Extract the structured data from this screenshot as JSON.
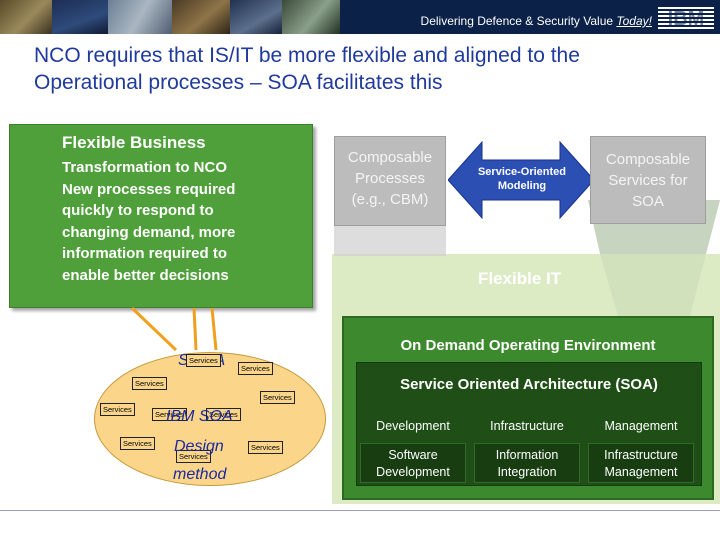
{
  "header": {
    "tagline_prefix": "Delivering Defence & Security Value ",
    "tagline_emphasis": "Today!",
    "logo": "IBM"
  },
  "title": {
    "line1": "NCO requires that IS/IT be more flexible and aligned to the",
    "line2": "Operational processes – SOA facilitates this"
  },
  "flexible_business": {
    "heading": "Flexible Business",
    "lines": [
      "Transformation to NCO",
      "New processes required",
      "quickly to respond to",
      "changing demand, more",
      "information required to",
      "enable better decisions"
    ]
  },
  "composable_processes": [
    "Composable",
    "Processes",
    "(e.g., CBM)"
  ],
  "service_oriented_modeling": [
    "Service-Oriented",
    "Modeling"
  ],
  "composable_services": [
    "Composable",
    "Services for",
    "SOA"
  ],
  "flexible_it": "Flexible IT",
  "on_demand": {
    "title": "On Demand Operating Environment",
    "soa_title": "Service Oriented Architecture (SOA)",
    "row1": [
      "Development",
      "Infrastructure",
      "Management"
    ],
    "row2": [
      [
        "Software",
        "Development"
      ],
      [
        "Information",
        "Integration"
      ],
      [
        "Infrastructure",
        "Management"
      ]
    ]
  },
  "soma_diagram": {
    "soma_label": "SOMA",
    "services_label": "Services",
    "ibm_soa": "IBM SOA",
    "design": "Design",
    "method": "method"
  },
  "colors": {
    "title_blue": "#1f3a9c",
    "banner": "#0b2148",
    "business_green": "#4f9f3a",
    "it_green": "#dcebc4",
    "soa_dark": "#1f4f16",
    "oval": "#fbd68a",
    "arrow": "#2c4fb4"
  }
}
